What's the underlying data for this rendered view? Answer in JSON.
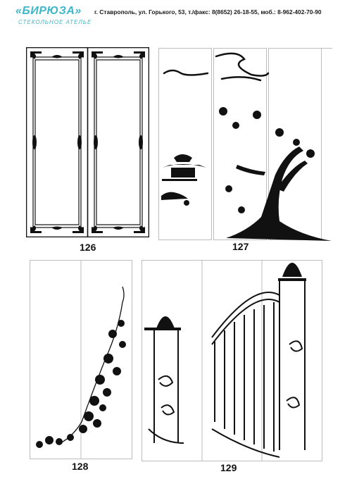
{
  "header": {
    "brand": "«БИРЮЗА»",
    "tagline": "СТЕКОЛЬНОЕ АТЕЛЬЕ",
    "address": "г. Ставрополь, ул. Горького, 53, т./факс: 8(8652) 26-18-55, моб.: 8-962-402-70-90"
  },
  "colors": {
    "brand": "#3fb7c8",
    "ink": "#111111",
    "panel_border": "#bdbdbd"
  },
  "designs": [
    {
      "number": "126",
      "motif": "ornamental-corner-frame"
    },
    {
      "number": "127",
      "motif": "pagoda-and-pine-tree"
    },
    {
      "number": "128",
      "motif": "ivy-vine"
    },
    {
      "number": "129",
      "motif": "gate-and-pillars"
    }
  ]
}
